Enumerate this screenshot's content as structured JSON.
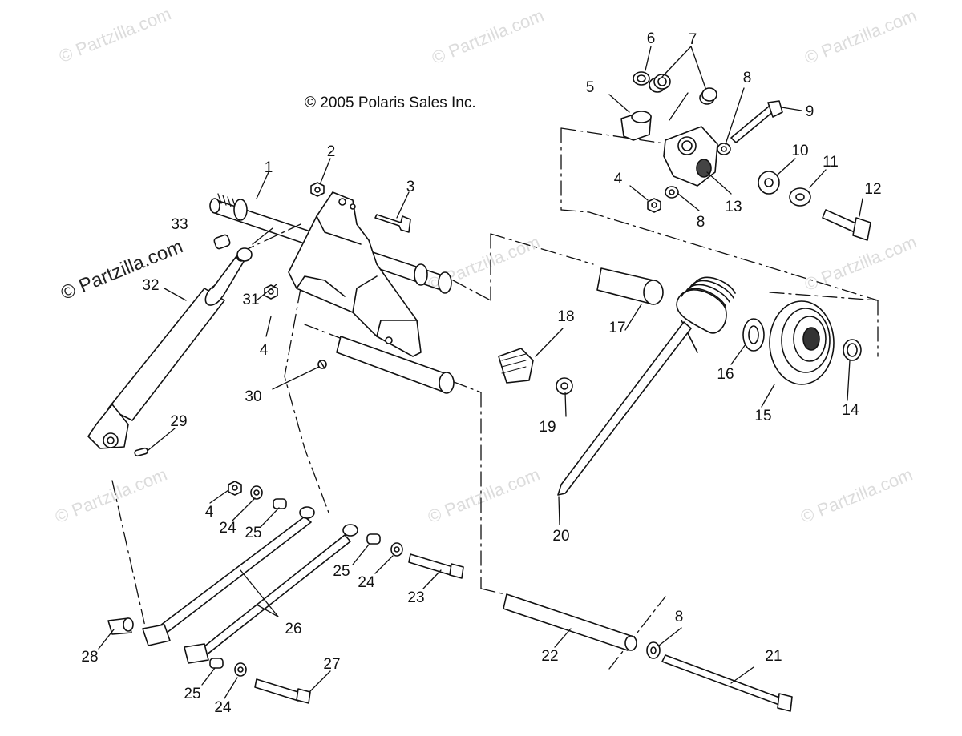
{
  "copyright": "© 2005 Polaris Sales Inc.",
  "watermark": "© Partzilla.com",
  "part_numbers": [
    "1",
    "2",
    "3",
    "4",
    "5",
    "6",
    "7",
    "8",
    "9",
    "10",
    "11",
    "12",
    "13",
    "14",
    "15",
    "16",
    "17",
    "18",
    "19",
    "20",
    "21",
    "22",
    "23",
    "24",
    "25",
    "26",
    "27",
    "28",
    "29",
    "30",
    "31",
    "32",
    "33"
  ],
  "line_color": "#111111",
  "watermark_color": "#dcdcdc"
}
